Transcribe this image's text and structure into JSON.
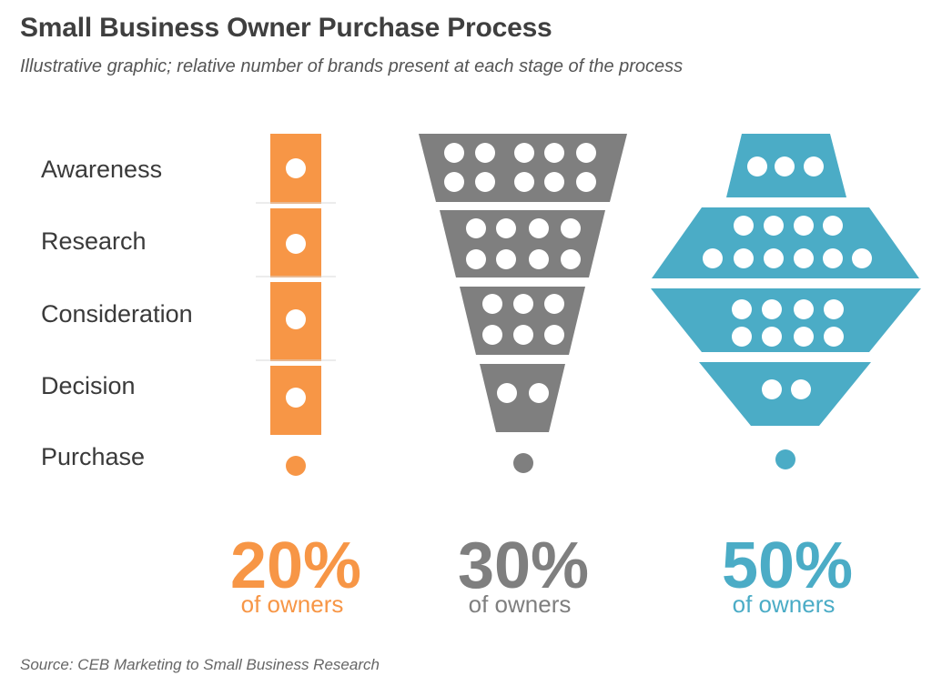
{
  "header": {
    "title": "Small Business Owner Purchase Process",
    "subtitle": "Illustrative graphic; relative number of brands present at each stage of the process"
  },
  "stages": [
    "Awareness",
    "Research",
    "Consideration",
    "Decision",
    "Purchase"
  ],
  "groups": [
    {
      "id": "group-1",
      "color": "#f79646",
      "percent": "20%",
      "caption": "of owners",
      "brands_per_stage": [
        1,
        1,
        1,
        1,
        1
      ]
    },
    {
      "id": "group-2",
      "color": "#7f7f7f",
      "percent": "30%",
      "caption": "of owners",
      "brands_per_stage": [
        10,
        8,
        6,
        2,
        1
      ]
    },
    {
      "id": "group-3",
      "color": "#4bacc6",
      "percent": "50%",
      "caption": "of owners",
      "brands_per_stage": [
        3,
        10,
        8,
        2,
        1
      ]
    }
  ],
  "footer": {
    "source": "Source: CEB Marketing to Small Business Research"
  }
}
